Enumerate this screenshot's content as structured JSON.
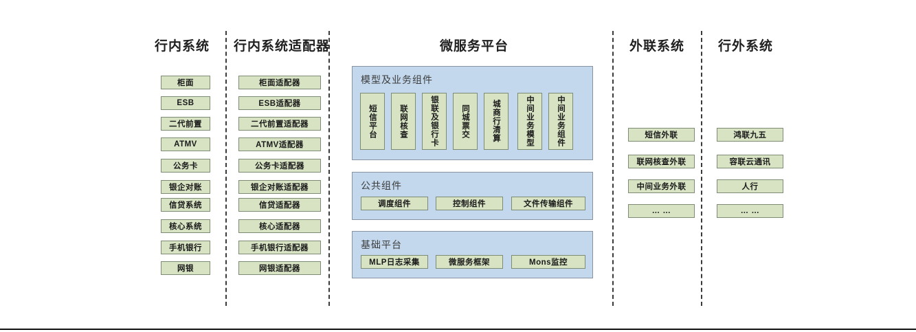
{
  "diagram": {
    "columns": [
      {
        "key": "inbank",
        "title": "行内系统",
        "items": [
          "柜面",
          "ESB",
          "二代前置",
          "ATMV",
          "公务卡",
          "银企对账",
          "信贷系统",
          "核心系统",
          "手机银行",
          "网银"
        ]
      },
      {
        "key": "inbank_adapter",
        "title": "行内系统适配器",
        "items": [
          "柜面适配器",
          "ESB适配器",
          "二代前置适配器",
          "ATMV适配器",
          "公务卡适配器",
          "银企对账适配器",
          "信贷适配器",
          "核心适配器",
          "手机银行适配器",
          "网银适配器"
        ]
      },
      {
        "key": "microservice",
        "title": "微服务平台",
        "panels": [
          {
            "key": "business_components",
            "title": "模型及业务组件",
            "items": [
              "短信平台",
              "联网核查",
              "银联及银行卡",
              "同城票交",
              "城商行清算",
              "中间业务模型",
              "中间业务组件"
            ]
          },
          {
            "key": "public_components",
            "title": "公共组件",
            "items": [
              "调度组件",
              "控制组件",
              "文件传输组件"
            ]
          },
          {
            "key": "base_platform",
            "title": "基础平台",
            "items": [
              "MLP日志采集",
              "微服务框架",
              "Mons监控"
            ]
          }
        ]
      },
      {
        "key": "external_link",
        "title": "外联系统",
        "items": [
          "短信外联",
          "联网核查外联",
          "中间业务外联",
          "… …"
        ]
      },
      {
        "key": "offbank",
        "title": "行外系统",
        "items": [
          "鸿联九五",
          "容联云通讯",
          "人行",
          "… …"
        ]
      }
    ]
  },
  "colors": {
    "leaf_fill": "#d7e3c3",
    "leaf_border": "#7d8a74",
    "panel_fill": "#c3d8ed",
    "panel_border": "#8793a0",
    "divider": "#3a3a3a",
    "title_text": "#1f1f1f"
  }
}
